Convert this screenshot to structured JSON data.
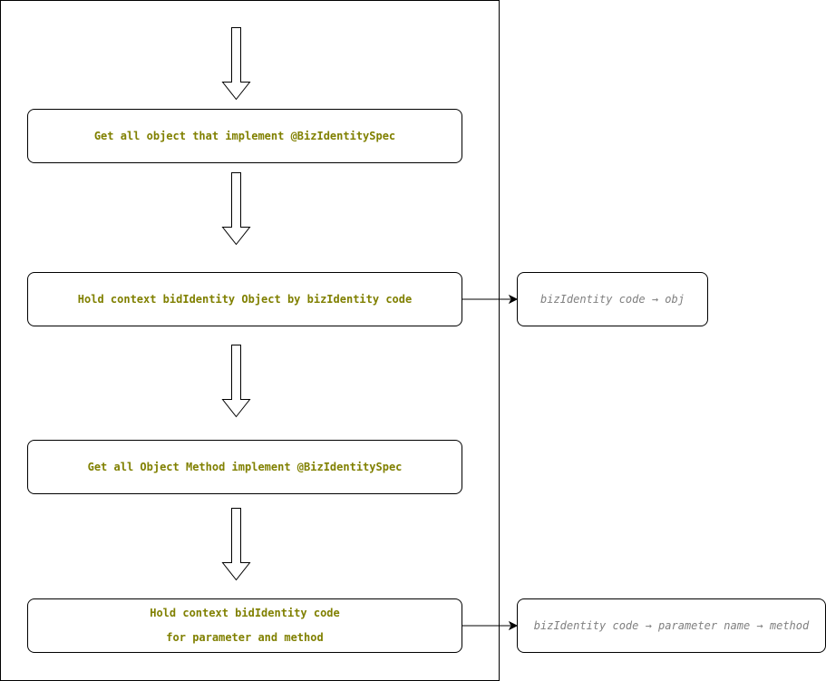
{
  "steps": [
    {
      "label": "Get all object that implement @BizIdentitySpec"
    },
    {
      "label": "Hold context bidIdentity Object by bizIdentity code"
    },
    {
      "label": "Get all Object Method implement @BizIdentitySpec"
    },
    {
      "label_line1": "Hold context bidIdentity code",
      "label_line2": "for parameter and method"
    }
  ],
  "notes": [
    {
      "label": "bizIdentity code → obj"
    },
    {
      "label": "bizIdentity code → parameter name → method"
    }
  ],
  "colors": {
    "step_text": "#808000",
    "note_text": "#808080",
    "stroke": "#000000"
  }
}
